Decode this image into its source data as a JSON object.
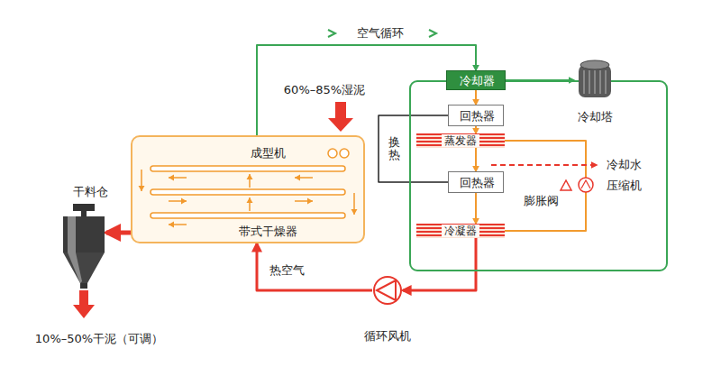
{
  "diagram": {
    "nodes": [
      {
        "text": [
          "成型机",
          "带式干燥器"
        ]
      },
      {
        "text": [
          "冷却器"
        ]
      },
      {
        "text": [
          "冷却塔"
        ]
      },
      {
        "text": [
          "回热器"
        ]
      },
      {
        "text": [
          "蒸发器"
        ]
      },
      {
        "text": [
          "回热器"
        ]
      },
      {
        "text": [
          "冷凝器"
        ]
      },
      {
        "text": [
          "循环风机"
        ]
      },
      {
        "text": [
          "干料仓"
        ]
      }
    ],
    "edges": [
      {
        "from": 0,
        "to": 1,
        "arrow": "to",
        "label": "空气循环"
      },
      {
        "from": 1,
        "to": 2,
        "arrow": "to"
      },
      {
        "from": 1,
        "to": 3,
        "arrow": "to"
      },
      {
        "from": 3,
        "to": 4,
        "arrow": "to"
      },
      {
        "from": 4,
        "to": 5,
        "arrow": "to"
      },
      {
        "from": 5,
        "to": 6,
        "arrow": "to"
      },
      {
        "from": 6,
        "to": 7,
        "arrow": "to"
      },
      {
        "from": 7,
        "to": 0,
        "arrow": "to",
        "label": "热空气"
      },
      {
        "from": 0,
        "to": 8,
        "arrow": "to"
      },
      {
        "from": 3,
        "to": 5,
        "arrow": "none",
        "label": "换热"
      },
      {
        "from": 4,
        "to": 6,
        "arrow": "none"
      }
    ],
    "labels": [
      "60%–85%湿泥",
      "冷却水",
      "压缩机",
      "膨胀阀",
      "10%–50%干泥（可调）"
    ]
  }
}
